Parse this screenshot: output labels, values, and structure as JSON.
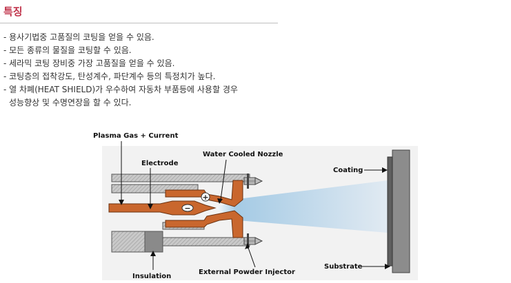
{
  "header": {
    "title": "특징"
  },
  "features": [
    "- 용사기법중 고품질의 코팅을 얻을 수 있음.",
    "- 모든 종류의 물질을 코팅할 수 있음.",
    "- 세라믹 코팅 장비중 가장 고품질을 얻을 수 있음.",
    "- 코팅층의 접착강도, 탄성계수, 파단계수 등의 특정치가 높다.",
    "- 열 차폐(HEAT SHIELD)가 우수하여 자동차 부품등에 사용할 경우",
    "성능향상 및 수명연장을 할 수 있다."
  ],
  "diagram": {
    "labels": {
      "plasma_gas": "Plasma Gas + Current",
      "electrode": "Electrode",
      "nozzle": "Water Cooled Nozzle",
      "coating": "Coating",
      "substrate": "Substrate",
      "insulation": "Insulation",
      "injector": "External Powder Injector"
    },
    "anode_sign": "+",
    "cathode_sign": "−",
    "colors": {
      "copper": "#c9672e",
      "metal": "#a8a8a8",
      "jet": "#9cc6e3",
      "substrate": "#8c8c8c"
    }
  }
}
